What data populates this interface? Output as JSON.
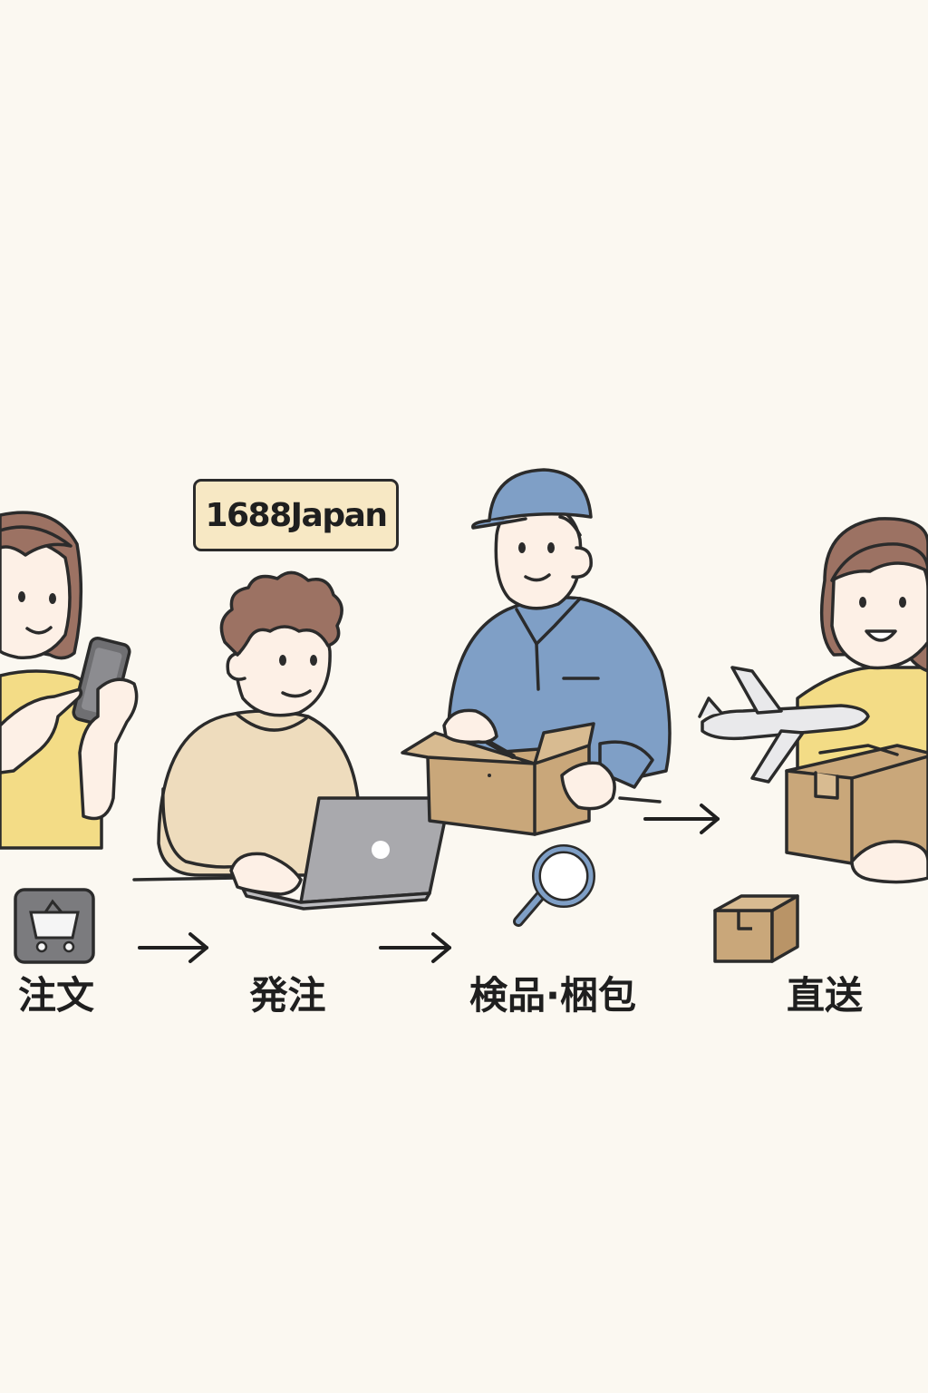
{
  "brand": {
    "name": "1688Japan"
  },
  "steps": [
    {
      "id": "order",
      "label": "注文",
      "icon": "shopping-basket-icon"
    },
    {
      "id": "place-order",
      "label": "発注",
      "icon": "laptop-icon"
    },
    {
      "id": "inspect-pack",
      "label": "検品·梱包",
      "icon": "magnifier-icon"
    },
    {
      "id": "direct-ship",
      "label": "直送",
      "icon": "package-icon"
    }
  ],
  "colors": {
    "background": "#fbf8f1",
    "outline": "#2b2b2b",
    "badge_fill": "#f7e8c4",
    "shirt_yellow": "#f3dc86",
    "shirt_beige": "#eedcbd",
    "worker_blue": "#7f9fc6",
    "box_brown": "#c9a77a",
    "skin": "#fdf0e6",
    "hair_brown": "#9c7263"
  }
}
